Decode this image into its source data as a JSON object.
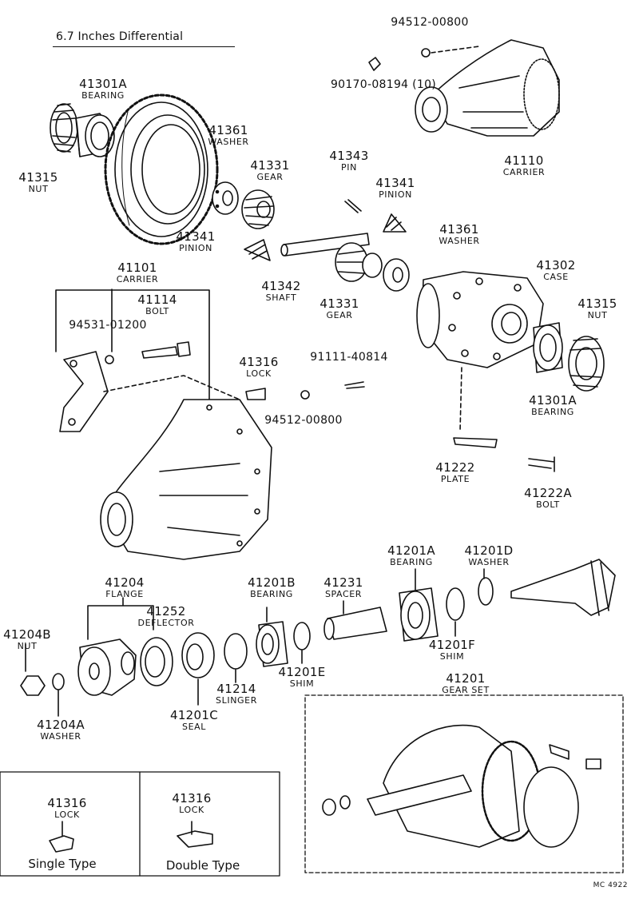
{
  "title": "6.7 Inches Differential",
  "diagram_code": "MC 4922",
  "parts": [
    {
      "key": "bearing_41301a_top",
      "num": "41301A",
      "name": "BEARING"
    },
    {
      "key": "nut_41315_left",
      "num": "41315",
      "name": "NUT"
    },
    {
      "key": "washer_41361_left",
      "num": "41361",
      "name": "WASHER"
    },
    {
      "key": "gear_41331_top",
      "num": "41331",
      "name": "GEAR"
    },
    {
      "key": "pin_41343",
      "num": "41343",
      "name": "PIN"
    },
    {
      "key": "pinion_41341_right",
      "num": "41341",
      "name": "PINION"
    },
    {
      "key": "pinion_41341_left",
      "num": "41341",
      "name": "PINION"
    },
    {
      "key": "shaft_41342",
      "num": "41342",
      "name": "SHAFT"
    },
    {
      "key": "gear_41331_bottom",
      "num": "41331",
      "name": "GEAR"
    },
    {
      "key": "washer_41361_right",
      "num": "41361",
      "name": "WASHER"
    },
    {
      "key": "case_41302",
      "num": "41302",
      "name": "CASE"
    },
    {
      "key": "nut_41315_right",
      "num": "41315",
      "name": "NUT"
    },
    {
      "key": "bearing_41301a_right",
      "num": "41301A",
      "name": "BEARING"
    },
    {
      "key": "carrier_41110",
      "num": "41110",
      "name": "CARRIER"
    },
    {
      "key": "nut_94512_top",
      "num": "94512-00800",
      "name": ""
    },
    {
      "key": "bolt_90170",
      "num": "90170-08194 (10)",
      "name": ""
    },
    {
      "key": "carrier_41101",
      "num": "41101",
      "name": "CARRIER"
    },
    {
      "key": "bolt_41114",
      "num": "41114",
      "name": "BOLT"
    },
    {
      "key": "washer_94531",
      "num": "94531-01200",
      "name": ""
    },
    {
      "key": "lock_41316",
      "num": "41316",
      "name": "LOCK"
    },
    {
      "key": "nut_94512_mid",
      "num": "94512-00800",
      "name": ""
    },
    {
      "key": "bolt_91111",
      "num": "91111-40814",
      "name": ""
    },
    {
      "key": "plate_41222",
      "num": "41222",
      "name": "PLATE"
    },
    {
      "key": "bolt_41222a",
      "num": "41222A",
      "name": "BOLT"
    },
    {
      "key": "flange_41204",
      "num": "41204",
      "name": "FLANGE"
    },
    {
      "key": "deflector_41252",
      "num": "41252",
      "name": "DEFLECTOR"
    },
    {
      "key": "bearing_41201b",
      "num": "41201B",
      "name": "BEARING"
    },
    {
      "key": "spacer_41231",
      "num": "41231",
      "name": "SPACER"
    },
    {
      "key": "bearing_41201a",
      "num": "41201A",
      "name": "BEARING"
    },
    {
      "key": "washer_41201d",
      "num": "41201D",
      "name": "WASHER"
    },
    {
      "key": "nut_41204b",
      "num": "41204B",
      "name": "NUT"
    },
    {
      "key": "washer_41204a",
      "num": "41204A",
      "name": "WASHER"
    },
    {
      "key": "seal_41201c",
      "num": "41201C",
      "name": "SEAL"
    },
    {
      "key": "slinger_41214",
      "num": "41214",
      "name": "SLINGER"
    },
    {
      "key": "shim_41201e",
      "num": "41201E",
      "name": "SHIM"
    },
    {
      "key": "shim_41201f",
      "num": "41201F",
      "name": "SHIM"
    },
    {
      "key": "gearset_41201",
      "num": "41201",
      "name": "GEAR SET"
    }
  ],
  "variants": [
    {
      "num": "41316",
      "name": "LOCK",
      "type_label": "Single Type"
    },
    {
      "num": "41316",
      "name": "LOCK",
      "type_label": "Double Type"
    }
  ]
}
